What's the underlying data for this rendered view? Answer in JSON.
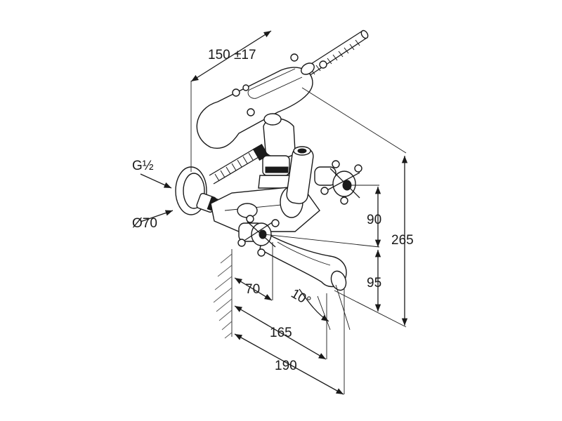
{
  "dimensions": {
    "reach": "150 ±17",
    "thread": "G½",
    "flange_diameter": "Ø70",
    "height_90": "90",
    "height_95": "95",
    "height_265": "265",
    "depth_70": "70",
    "depth_165": "165",
    "depth_190": "190",
    "spout_angle": "10°"
  }
}
